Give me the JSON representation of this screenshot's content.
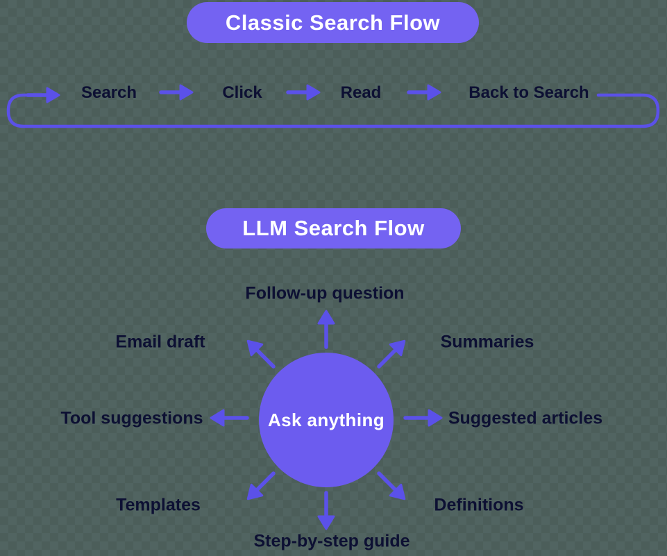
{
  "diagram": {
    "classic_flow": {
      "title": "Classic Search Flow",
      "steps": [
        "Search",
        "Click",
        "Read",
        "Back to Search"
      ]
    },
    "llm_flow": {
      "title": "LLM Search Flow",
      "center_label": "Ask anything",
      "spokes": [
        {
          "direction": "up",
          "label": "Follow-up question"
        },
        {
          "direction": "up-right",
          "label": "Summaries"
        },
        {
          "direction": "right",
          "label": "Suggested articles"
        },
        {
          "direction": "down-right",
          "label": "Definitions"
        },
        {
          "direction": "down",
          "label": "Step-by-step guide"
        },
        {
          "direction": "down-left",
          "label": "Templates"
        },
        {
          "direction": "left",
          "label": "Tool suggestions"
        },
        {
          "direction": "up-left",
          "label": "Email draft"
        }
      ]
    },
    "colors": {
      "pill_background": "#7463f2",
      "pill_text": "#ffffff",
      "arrow": "#5b51e9",
      "label_text": "#0d1033",
      "circle_fill": "#6c5cef",
      "circle_text": "#ffffff",
      "canvas_checker_light": "#516461",
      "canvas_checker_dark": "#4c5e5a"
    }
  }
}
